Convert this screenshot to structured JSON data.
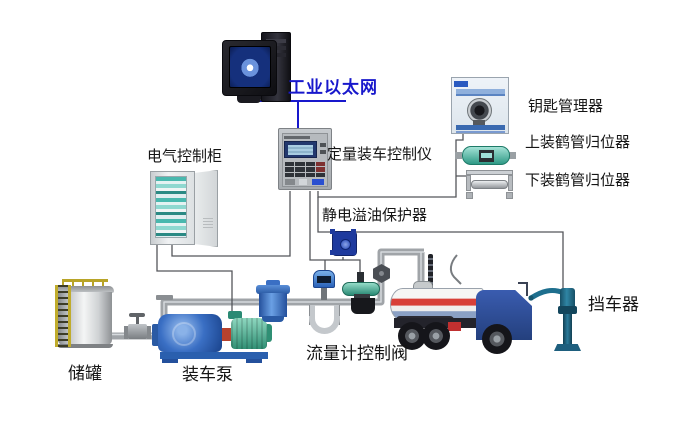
{
  "diagram": {
    "type": "industrial-loading-system-schematic",
    "network": {
      "label": "工业以太网"
    },
    "devices": [
      {
        "id": "computer-workstation",
        "label": ""
      },
      {
        "id": "quantitative-loading-controller",
        "label": "定量装车控制仪"
      },
      {
        "id": "electric-control-cabinet",
        "label": "电气控制柜"
      },
      {
        "id": "key-manager",
        "label": "钥匙管理器"
      },
      {
        "id": "upper-loading-arm-resetter",
        "label": "上装鹤管归位器"
      },
      {
        "id": "lower-loading-arm-resetter",
        "label": "下装鹤管归位器"
      },
      {
        "id": "static-overflow-protector",
        "label": "静电溢油保护器"
      },
      {
        "id": "storage-tank",
        "label": "储罐"
      },
      {
        "id": "loading-pump",
        "label": "装车泵"
      },
      {
        "id": "flow-meter",
        "label": "流量计"
      },
      {
        "id": "control-valve",
        "label": "控制阀"
      },
      {
        "id": "tanker-truck",
        "label": ""
      },
      {
        "id": "vehicle-stopper",
        "label": "挡车器"
      }
    ]
  },
  "labels": {
    "industrial_ethernet": "工业以太网",
    "electric_control_cabinet": "电气控制柜",
    "quantitative_loading_controller": "定量装车控制仪",
    "key_manager": "钥匙管理器",
    "upper_loading_arm_resetter": "上装鹤管归位器",
    "lower_loading_arm_resetter": "下装鹤管归位器",
    "static_overflow_protector": "静电溢油保护器",
    "storage_tank": "储罐",
    "loading_pump": "装车泵",
    "flow_meter": "流量计",
    "control_valve": "控制阀",
    "vehicle_stopper": "挡车器"
  },
  "colors": {
    "ethernet_line": "#1818cc",
    "signal_wire": "#54565a",
    "pipe": "#a0a4a8",
    "pump_blue": "#3a6fc4",
    "motor_teal": "#2f8f74",
    "truck_cab_blue": "#2a4a9a",
    "truck_stripe_red": "#d84038",
    "stopper_teal": "#1e5f7e",
    "ladder_yellow": "#c0ac2c",
    "protector_blue": "#1e3a9e"
  }
}
